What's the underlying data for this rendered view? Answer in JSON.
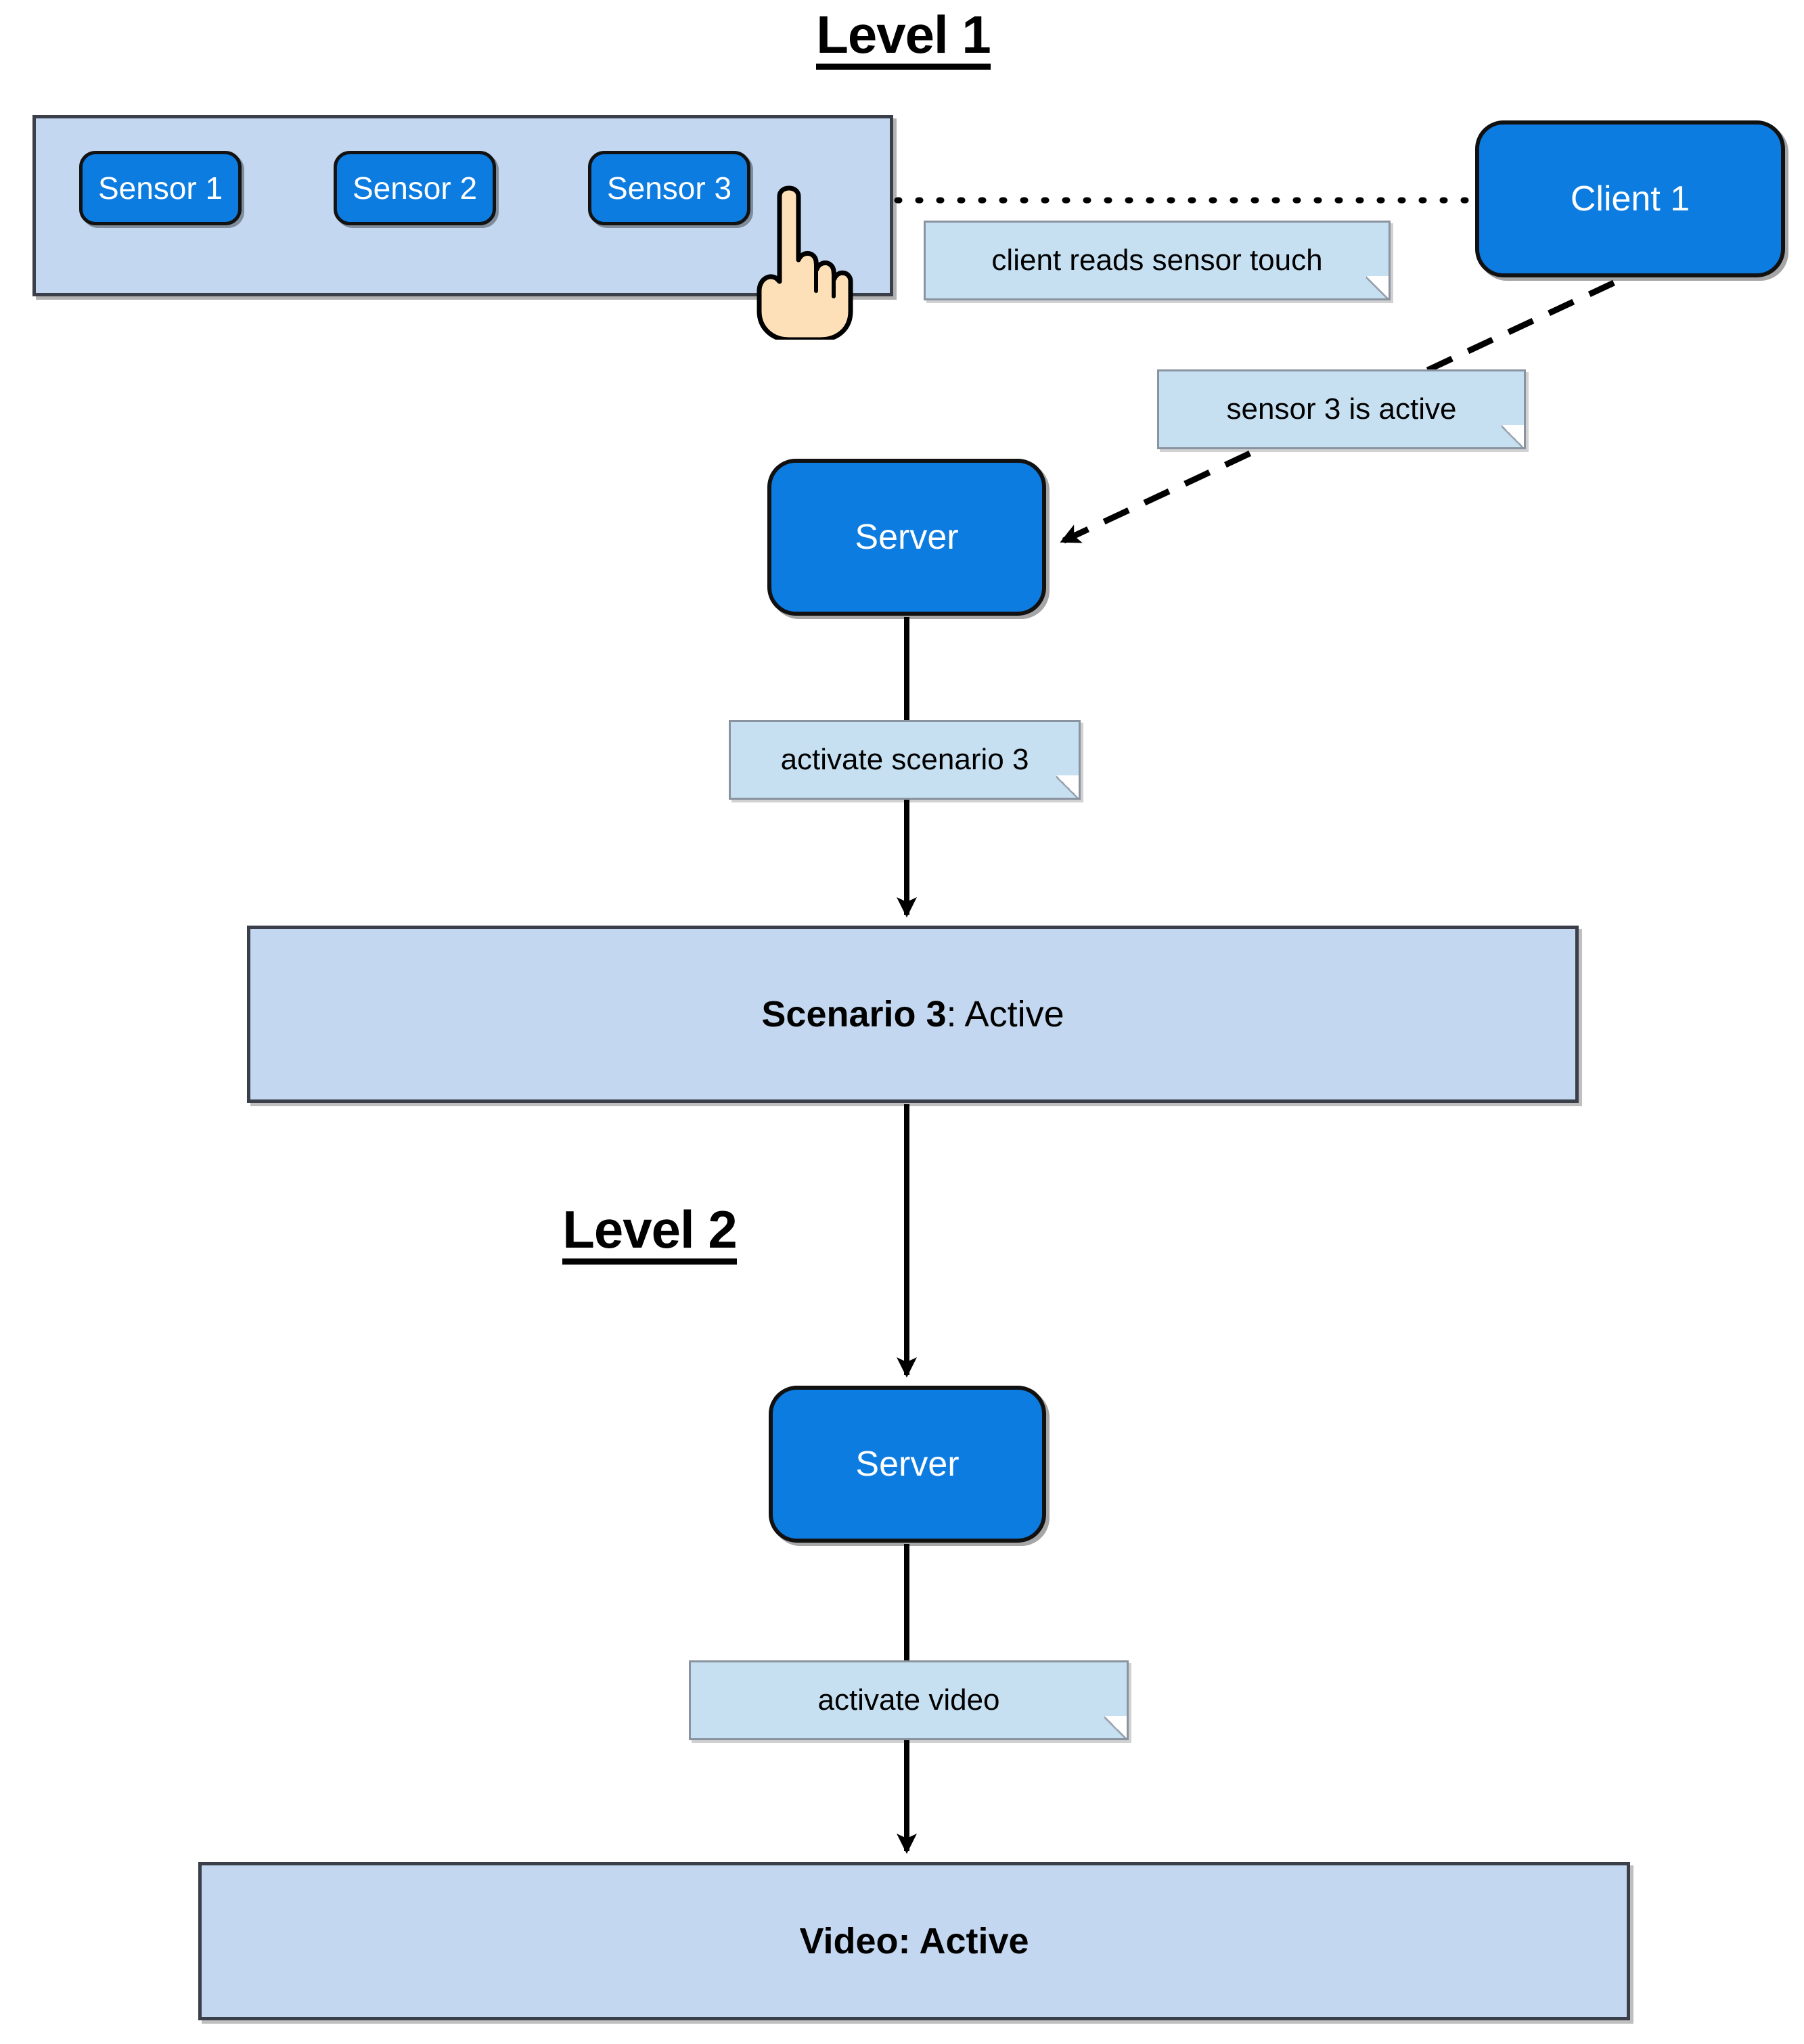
{
  "diagram": {
    "title_level1": "Level 1",
    "title_level2": "Level 2",
    "sensor_panel": {
      "name": "sensor-panel",
      "sensors": [
        {
          "label": "Sensor 1"
        },
        {
          "label": "Sensor 2"
        },
        {
          "label": "Sensor 3"
        }
      ],
      "touched_sensor": "Sensor 3",
      "pointer_icon": "pointing-hand-icon"
    },
    "nodes": {
      "client_1": "Client 1",
      "server_1": "Server",
      "server_2": "Server"
    },
    "notes": {
      "client_reads": "client reads sensor touch",
      "sensor_active": "sensor 3 is active",
      "activate_scenario": "activate scenario 3",
      "activate_video": "activate video"
    },
    "status_bars": {
      "scenario_bold": "Scenario 3",
      "scenario_rest": ": Active",
      "video": "Video: Active"
    },
    "edges": [
      {
        "from": "Sensor 3",
        "to": "Client 1",
        "style": "dotted",
        "label": "client reads sensor touch"
      },
      {
        "from": "Client 1",
        "to": "Server",
        "style": "dashed",
        "arrow": true,
        "label": "sensor 3 is active"
      },
      {
        "from": "Server",
        "to": "Scenario 3: Active",
        "style": "solid",
        "arrow": true,
        "label": "activate scenario 3"
      },
      {
        "from": "Scenario 3: Active",
        "to": "Server",
        "style": "solid",
        "arrow": true
      },
      {
        "from": "Server",
        "to": "Video: Active",
        "style": "solid",
        "arrow": true,
        "label": "activate video"
      }
    ],
    "colors": {
      "node_fill": "#0d7ce0",
      "panel_fill": "#c3d8f0",
      "note_fill": "#c6e0f2",
      "border_dark": "#3a3f4a",
      "node_border": "#111111",
      "skin": "#fde0b8",
      "text_on_node": "#ffffff",
      "text_dark": "#000000"
    }
  }
}
